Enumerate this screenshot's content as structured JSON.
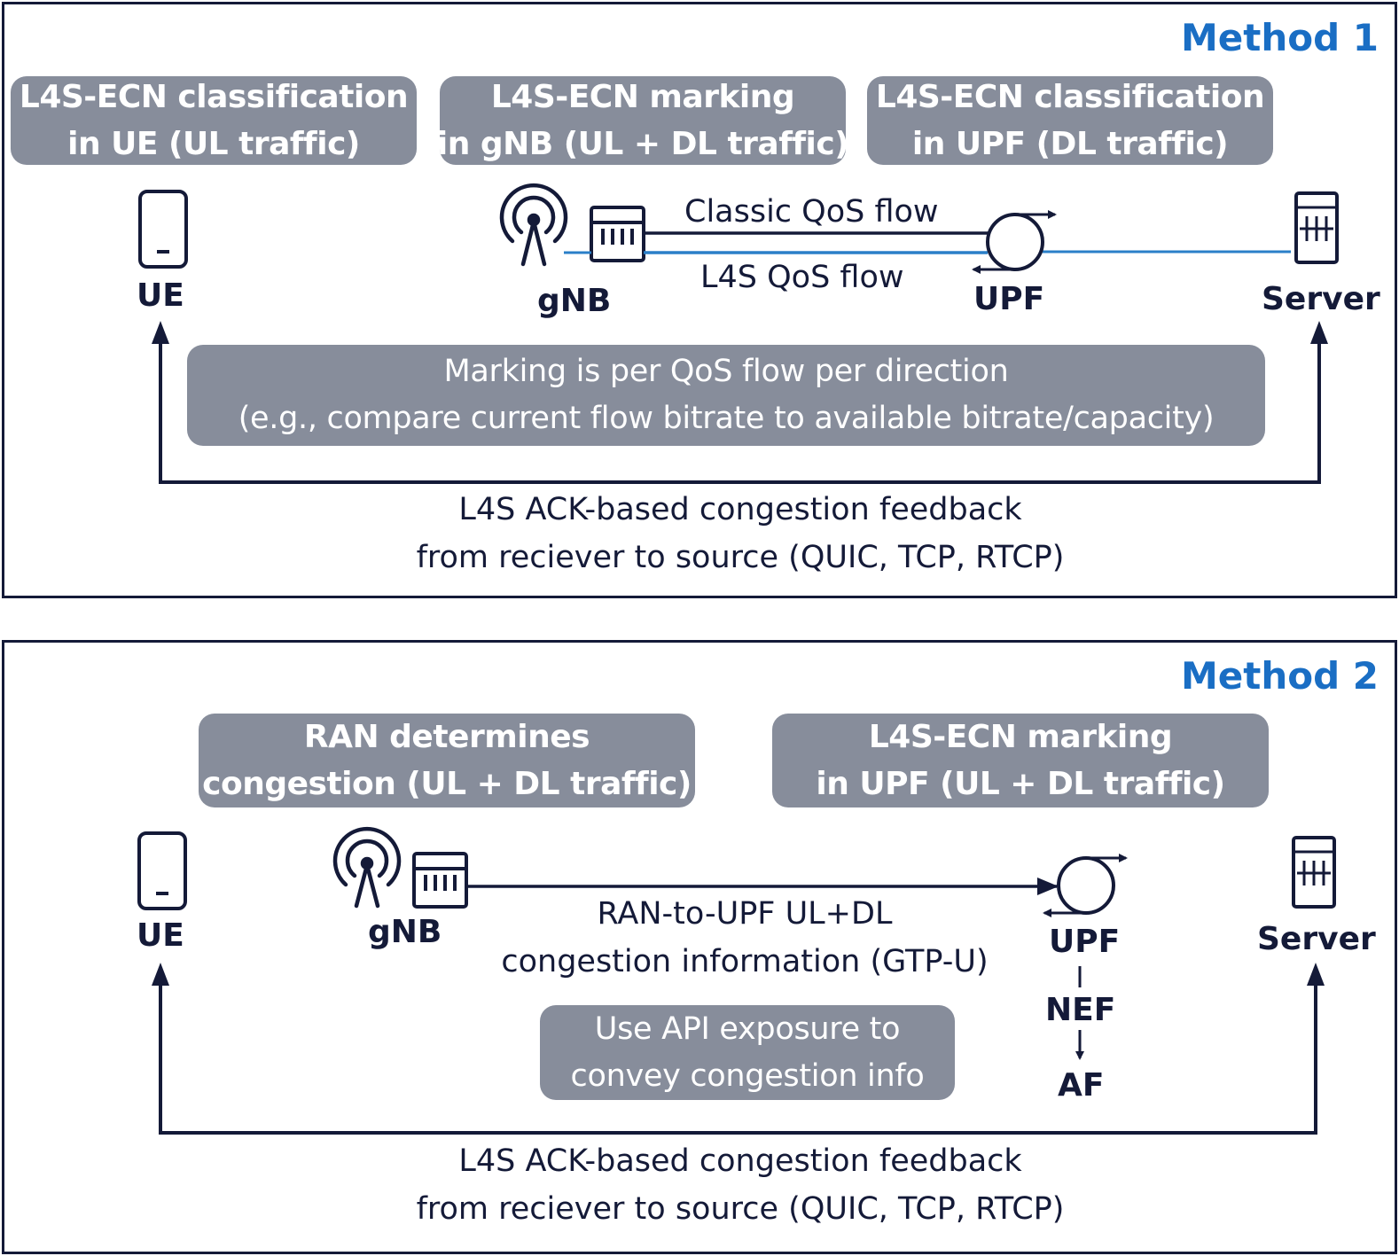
{
  "method1": {
    "title": "Method 1",
    "boxes": {
      "ue_classification": [
        "L4S-ECN classification",
        "in UE (UL traffic)"
      ],
      "gnb_marking": [
        "L4S-ECN marking",
        "in gNB (UL + DL traffic)"
      ],
      "upf_classification": [
        "L4S-ECN classification",
        "in UPF (DL traffic)"
      ],
      "marking_note": [
        "Marking is per QoS flow per direction",
        "(e.g., compare current flow bitrate to available bitrate/capacity)"
      ]
    },
    "nodes": {
      "ue": "UE",
      "gnb": "gNB",
      "upf": "UPF",
      "server": "Server"
    },
    "flows": {
      "classic": "Classic QoS flow",
      "l4s": "L4S QoS flow"
    },
    "feedback": [
      "L4S ACK-based congestion feedback",
      "from reciever to source (QUIC, TCP, RTCP)"
    ]
  },
  "method2": {
    "title": "Method 2",
    "boxes": {
      "ran_congestion": [
        "RAN determines",
        "congestion (UL + DL traffic)"
      ],
      "upf_marking": [
        "L4S-ECN marking",
        "in UPF (UL + DL traffic)"
      ],
      "api_exposure": [
        "Use API exposure to",
        "convey congestion info"
      ]
    },
    "nodes": {
      "ue": "UE",
      "gnb": "gNB",
      "upf": "UPF",
      "server": "Server",
      "nef": "NEF",
      "af": "AF"
    },
    "ran_to_upf": [
      "RAN-to-UPF UL+DL",
      "congestion information (GTP-U)"
    ],
    "feedback": [
      "L4S ACK-based congestion feedback",
      "from reciever to source (QUIC, TCP, RTCP)"
    ]
  },
  "colors": {
    "accent_blue": "#1a6ec4",
    "box_gray": "#878d9b",
    "line_dark": "#141a38",
    "flow_blue": "#2a7fc8"
  }
}
